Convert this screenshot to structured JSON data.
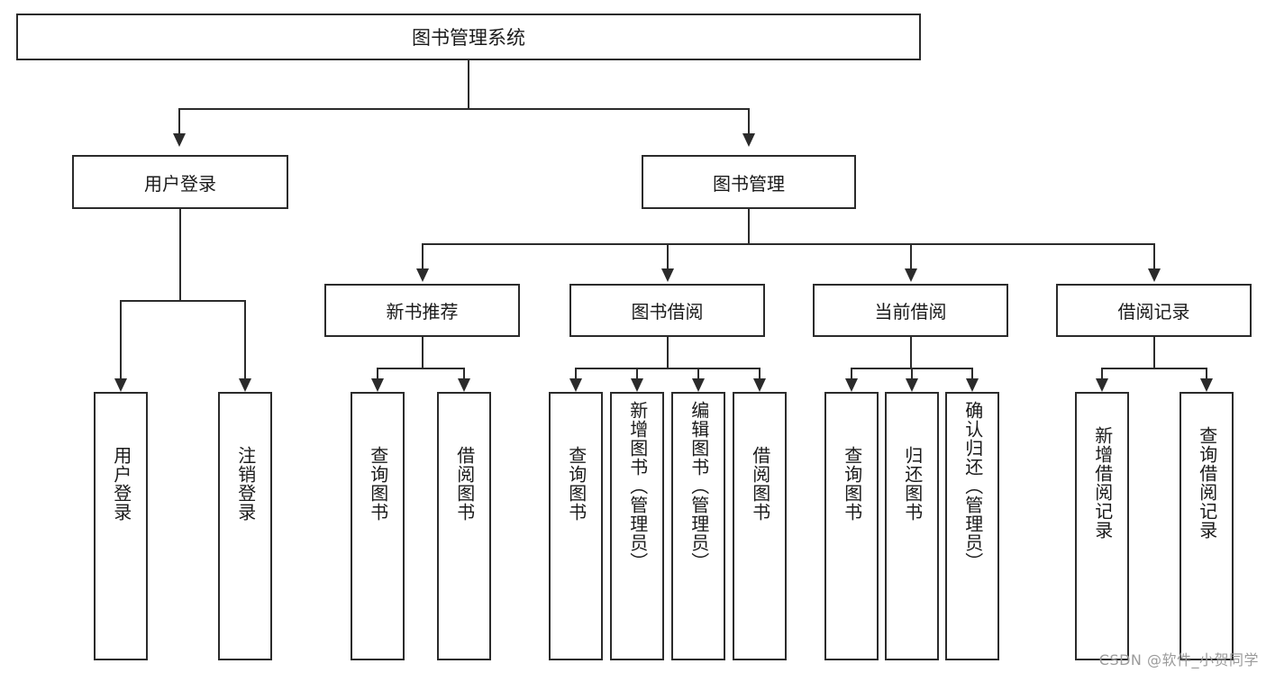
{
  "diagram": {
    "type": "tree",
    "title": "图书管理系统",
    "root": {
      "label": "图书管理系统"
    },
    "level1": [
      {
        "label": "用户登录"
      },
      {
        "label": "图书管理"
      }
    ],
    "level2": [
      {
        "label": "新书推荐"
      },
      {
        "label": "图书借阅"
      },
      {
        "label": "当前借阅"
      },
      {
        "label": "借阅记录"
      }
    ],
    "leaves": {
      "user_login": [
        {
          "label": "用户登录"
        },
        {
          "label": "注销登录"
        }
      ],
      "new_book_recommend": [
        {
          "label": "查询图书"
        },
        {
          "label": "借阅图书"
        }
      ],
      "book_borrow": [
        {
          "label": "查询图书"
        },
        {
          "label": "新增图书（管理员）"
        },
        {
          "label": "编辑图书（管理员）"
        },
        {
          "label": "借阅图书"
        }
      ],
      "current_borrow": [
        {
          "label": "查询图书"
        },
        {
          "label": "归还图书"
        },
        {
          "label": "确认归还（管理员）"
        }
      ],
      "borrow_record": [
        {
          "label": "新增借阅记录"
        },
        {
          "label": "查询借阅记录"
        }
      ]
    }
  },
  "watermark": {
    "text": "CSDN @软件_小贺同学"
  },
  "colors": {
    "stroke": "#2b2b2b",
    "fill": "#ffffff",
    "text": "#1a1a1a",
    "watermark": "#9b9b9b"
  }
}
